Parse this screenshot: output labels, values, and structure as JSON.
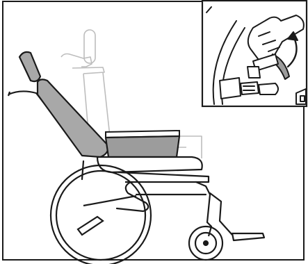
{
  "figure": {
    "kind": "technical-illustration",
    "subject": "wheelchair-with-reclining-backrest",
    "views": [
      "main-view",
      "detail-inset"
    ],
    "colors": {
      "ink": "#1a1a1a",
      "ghost": "#bdbdbd",
      "cushion_fill": "#a8a8a8",
      "seat_fill": "#9c9c9c",
      "white": "#ffffff"
    },
    "icons": [
      "curved-arrow-icon",
      "release-lever-icon",
      "hand-icon"
    ]
  }
}
